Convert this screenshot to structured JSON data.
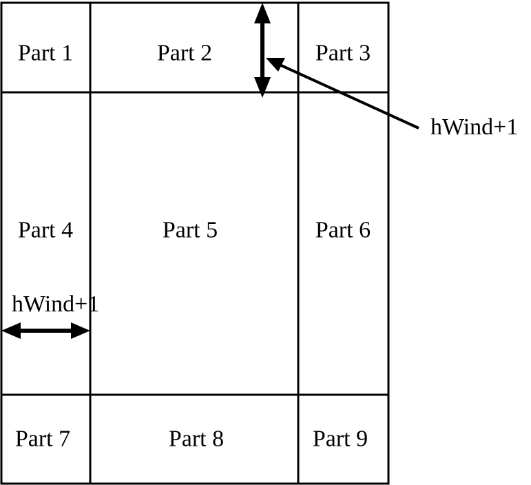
{
  "parts": [
    {
      "id": "part-1",
      "label": "Part 1"
    },
    {
      "id": "part-2",
      "label": "Part 2"
    },
    {
      "id": "part-3",
      "label": "Part 3"
    },
    {
      "id": "part-4",
      "label": "Part 4"
    },
    {
      "id": "part-5",
      "label": "Part 5"
    },
    {
      "id": "part-6",
      "label": "Part 6"
    },
    {
      "id": "part-7",
      "label": "Part 7"
    },
    {
      "id": "part-8",
      "label": "Part 8"
    },
    {
      "id": "part-9",
      "label": "Part 9"
    }
  ],
  "annotations": {
    "vertical_margin_label": "hWind+1",
    "horizontal_margin_label": "hWind+1"
  }
}
